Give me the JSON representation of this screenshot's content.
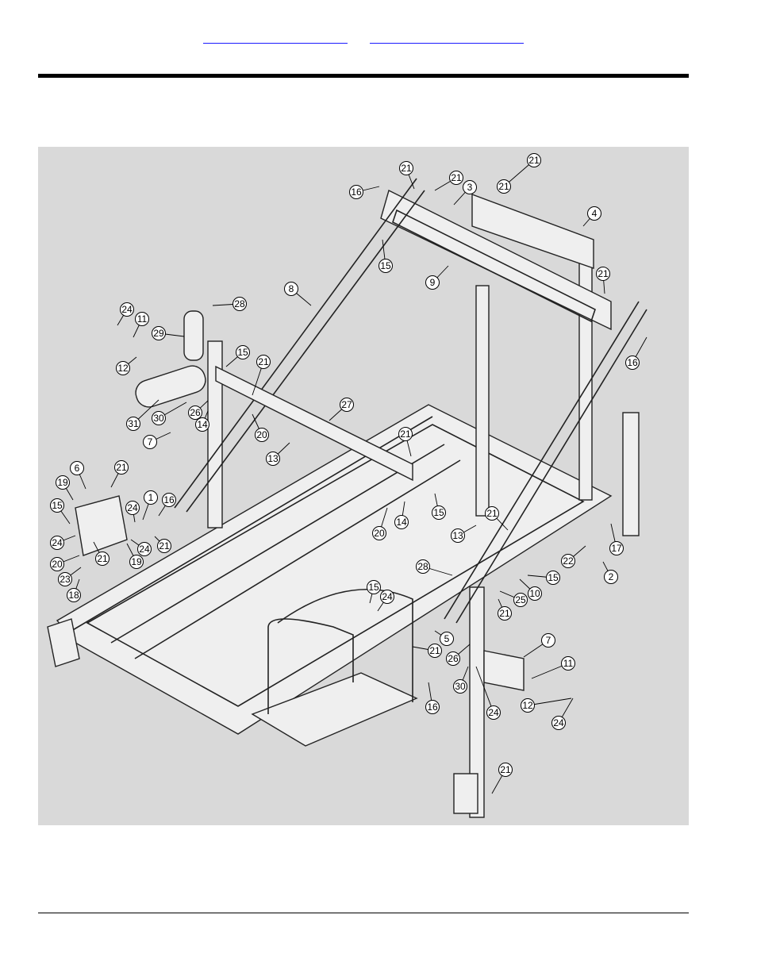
{
  "header": {
    "link_1": "",
    "link_2": ""
  },
  "diagram": {
    "callouts": [
      {
        "label": "21"
      },
      {
        "label": "21"
      },
      {
        "label": "21"
      },
      {
        "label": "16"
      },
      {
        "label": "3"
      },
      {
        "label": "4"
      },
      {
        "label": "15"
      },
      {
        "label": "9"
      },
      {
        "label": "21"
      },
      {
        "label": "8"
      },
      {
        "label": "28"
      },
      {
        "label": "24"
      },
      {
        "label": "11"
      },
      {
        "label": "29"
      },
      {
        "label": "12"
      },
      {
        "label": "15"
      },
      {
        "label": "21"
      },
      {
        "label": "16"
      },
      {
        "label": "31"
      },
      {
        "label": "30"
      },
      {
        "label": "26"
      },
      {
        "label": "14"
      },
      {
        "label": "27"
      },
      {
        "label": "20"
      },
      {
        "label": "7"
      },
      {
        "label": "13"
      },
      {
        "label": "21"
      },
      {
        "label": "6"
      },
      {
        "label": "21"
      },
      {
        "label": "19"
      },
      {
        "label": "1"
      },
      {
        "label": "16"
      },
      {
        "label": "15"
      },
      {
        "label": "24"
      },
      {
        "label": "21"
      },
      {
        "label": "24"
      },
      {
        "label": "21"
      },
      {
        "label": "24"
      },
      {
        "label": "20"
      },
      {
        "label": "14"
      },
      {
        "label": "15"
      },
      {
        "label": "13"
      },
      {
        "label": "21"
      },
      {
        "label": "17"
      },
      {
        "label": "22"
      },
      {
        "label": "2"
      },
      {
        "label": "20"
      },
      {
        "label": "19"
      },
      {
        "label": "23"
      },
      {
        "label": "18"
      },
      {
        "label": "28"
      },
      {
        "label": "15"
      },
      {
        "label": "10"
      },
      {
        "label": "25"
      },
      {
        "label": "21"
      },
      {
        "label": "15"
      },
      {
        "label": "24"
      },
      {
        "label": "5"
      },
      {
        "label": "21"
      },
      {
        "label": "7"
      },
      {
        "label": "26"
      },
      {
        "label": "30"
      },
      {
        "label": "11"
      },
      {
        "label": "12"
      },
      {
        "label": "24"
      },
      {
        "label": "16"
      },
      {
        "label": "24"
      },
      {
        "label": "21"
      },
      {
        "label": "21"
      }
    ]
  }
}
